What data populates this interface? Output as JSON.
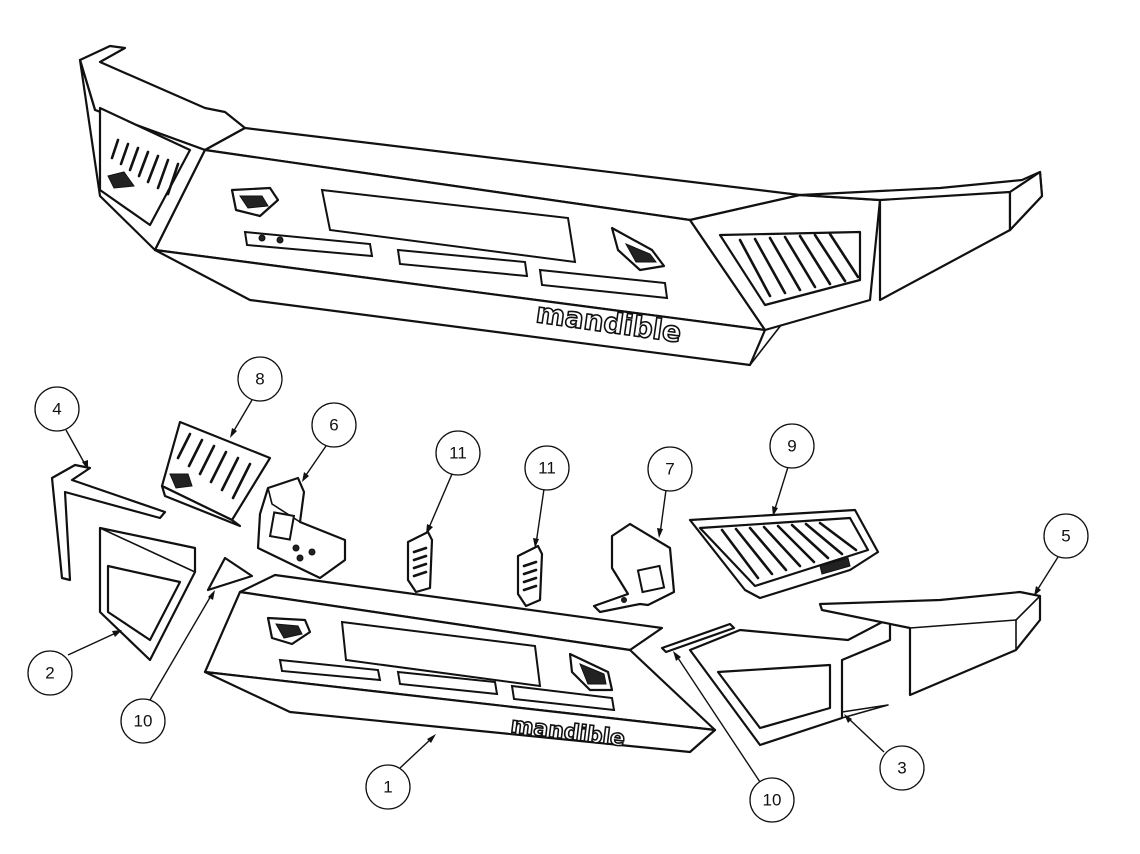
{
  "diagram": {
    "brand_text": "mandible",
    "callouts": [
      {
        "id": "c1",
        "label": "1"
      },
      {
        "id": "c2",
        "label": "2"
      },
      {
        "id": "c3",
        "label": "3"
      },
      {
        "id": "c4",
        "label": "4"
      },
      {
        "id": "c5",
        "label": "5"
      },
      {
        "id": "c6",
        "label": "6"
      },
      {
        "id": "c7",
        "label": "7"
      },
      {
        "id": "c8",
        "label": "8"
      },
      {
        "id": "c9",
        "label": "9"
      },
      {
        "id": "c10a",
        "label": "10"
      },
      {
        "id": "c10b",
        "label": "10"
      },
      {
        "id": "c11a",
        "label": "11"
      },
      {
        "id": "c11b",
        "label": "11"
      }
    ]
  }
}
